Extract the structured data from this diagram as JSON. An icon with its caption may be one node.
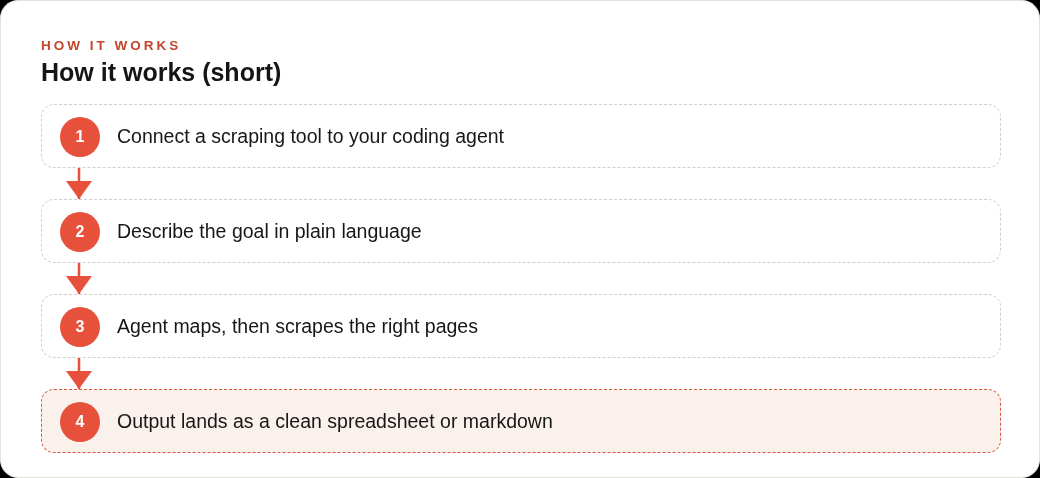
{
  "diagram": {
    "title": "How it works (short)",
    "nodes": [
      {
        "text": [
          "Connect a scraping tool to your coding agent"
        ]
      },
      {
        "text": [
          "1"
        ],
        "in": 0
      },
      {
        "text": [
          "Describe the goal in plain language"
        ]
      },
      {
        "text": [
          "2"
        ],
        "in": 2
      },
      {
        "text": [
          "Agent maps, then scrapes the right pages"
        ]
      },
      {
        "text": [
          "3"
        ],
        "in": 4
      },
      {
        "text": [
          "Output lands as a clean spreadsheet or markdown"
        ]
      },
      {
        "text": [
          "4"
        ],
        "in": 6
      }
    ],
    "edges": [
      {
        "from": 0,
        "to": 2,
        "arrow": "to"
      },
      {
        "from": 2,
        "to": 4,
        "arrow": "to"
      },
      {
        "from": 4,
        "to": 6,
        "arrow": "to"
      }
    ],
    "labels": [
      "HOW IT WORKS"
    ]
  }
}
